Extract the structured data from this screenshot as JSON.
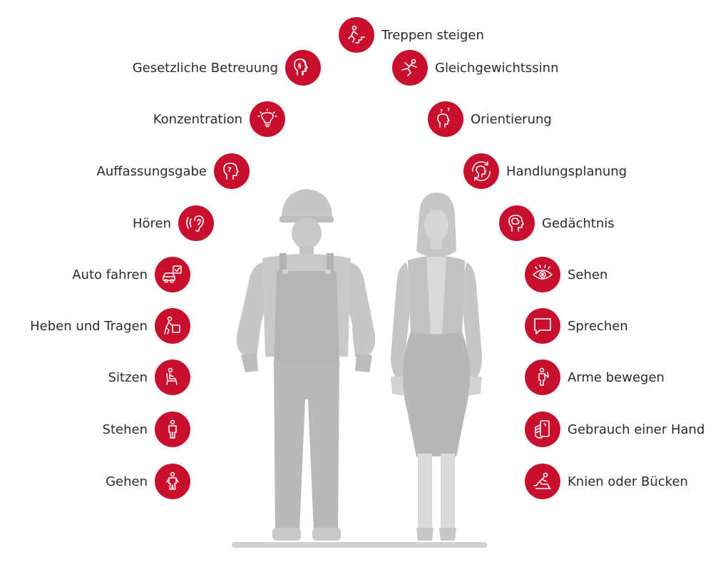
{
  "colors": {
    "accent": "#c8102e",
    "figure": "#c4c4c4",
    "figure_dark": "#adadad",
    "text": "#2b2b2b"
  },
  "items": [
    {
      "id": "treppen-steigen",
      "label": "Treppen steigen",
      "icon": "stairs-icon"
    },
    {
      "id": "gesetzliche-betreuung",
      "label": "Gesetzliche Betreuung",
      "icon": "legal-head-icon"
    },
    {
      "id": "gleichgewichtssinn",
      "label": "Gleichgewichtssinn",
      "icon": "balance-icon"
    },
    {
      "id": "konzentration",
      "label": "Konzentration",
      "icon": "lightbulb-icon"
    },
    {
      "id": "orientierung",
      "label": "Orientierung",
      "icon": "question-head-icon"
    },
    {
      "id": "auffassungsgabe",
      "label": "Auffassungsgabe",
      "icon": "head-question-icon"
    },
    {
      "id": "handlungsplanung",
      "label": "Handlungsplanung",
      "icon": "head-cycle-icon"
    },
    {
      "id": "hoeren",
      "label": "Hören",
      "icon": "ear-icon"
    },
    {
      "id": "gedaechtnis",
      "label": "Gedächtnis",
      "icon": "brain-head-icon"
    },
    {
      "id": "auto-fahren",
      "label": "Auto fahren",
      "icon": "car-icon"
    },
    {
      "id": "sehen",
      "label": "Sehen",
      "icon": "eye-icon"
    },
    {
      "id": "heben-und-tragen",
      "label": "Heben und Tragen",
      "icon": "lifting-icon"
    },
    {
      "id": "sprechen",
      "label": "Sprechen",
      "icon": "speech-bubble-icon"
    },
    {
      "id": "sitzen",
      "label": "Sitzen",
      "icon": "sitting-icon"
    },
    {
      "id": "arme-bewegen",
      "label": "Arme bewegen",
      "icon": "arm-icon"
    },
    {
      "id": "stehen",
      "label": "Stehen",
      "icon": "standing-icon"
    },
    {
      "id": "gebrauch-einer-hand",
      "label": "Gebrauch einer Hand",
      "icon": "hand-icon"
    },
    {
      "id": "gehen",
      "label": "Gehen",
      "icon": "walking-icon"
    },
    {
      "id": "knien-oder-buecken",
      "label": "Knien oder Bücken",
      "icon": "kneeling-icon"
    }
  ]
}
